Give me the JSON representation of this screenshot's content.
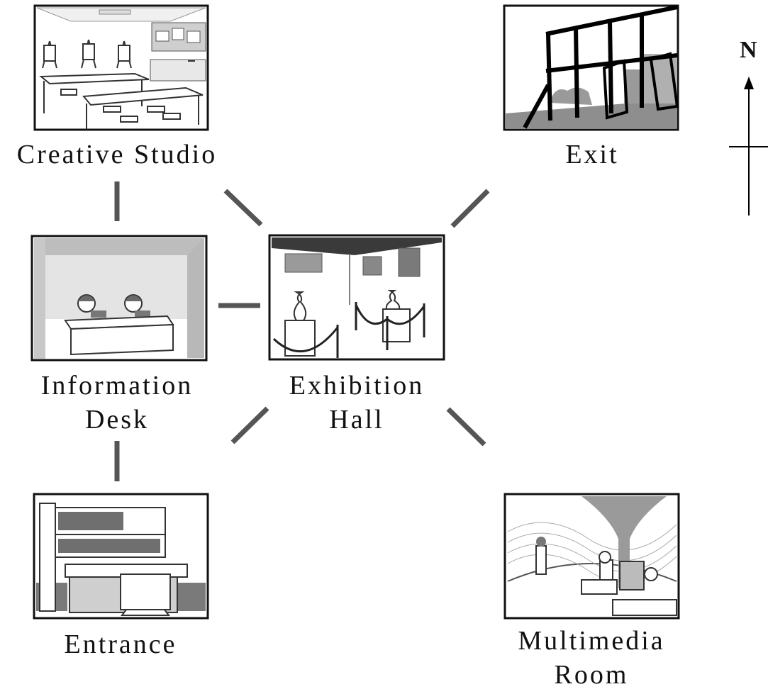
{
  "rooms": {
    "creative_studio": {
      "label": "Creative Studio",
      "icon": "studio-scene"
    },
    "exit": {
      "label": "Exit",
      "icon": "glass-doors-scene"
    },
    "information_desk": {
      "label": "Information\nDesk",
      "icon": "reception-scene"
    },
    "exhibition_hall": {
      "label": "Exhibition\nHall",
      "icon": "gallery-scene"
    },
    "entrance": {
      "label": "Entrance",
      "icon": "building-facade-scene"
    },
    "multimedia_room": {
      "label": "Multimedia\nRoom",
      "icon": "immersive-room-scene"
    }
  },
  "compass": {
    "north_label": "N"
  },
  "colors": {
    "connector": "#555555",
    "frame": "#111111",
    "fill_gray": "#c8c8c8",
    "dark_gray": "#7a7a7a"
  }
}
